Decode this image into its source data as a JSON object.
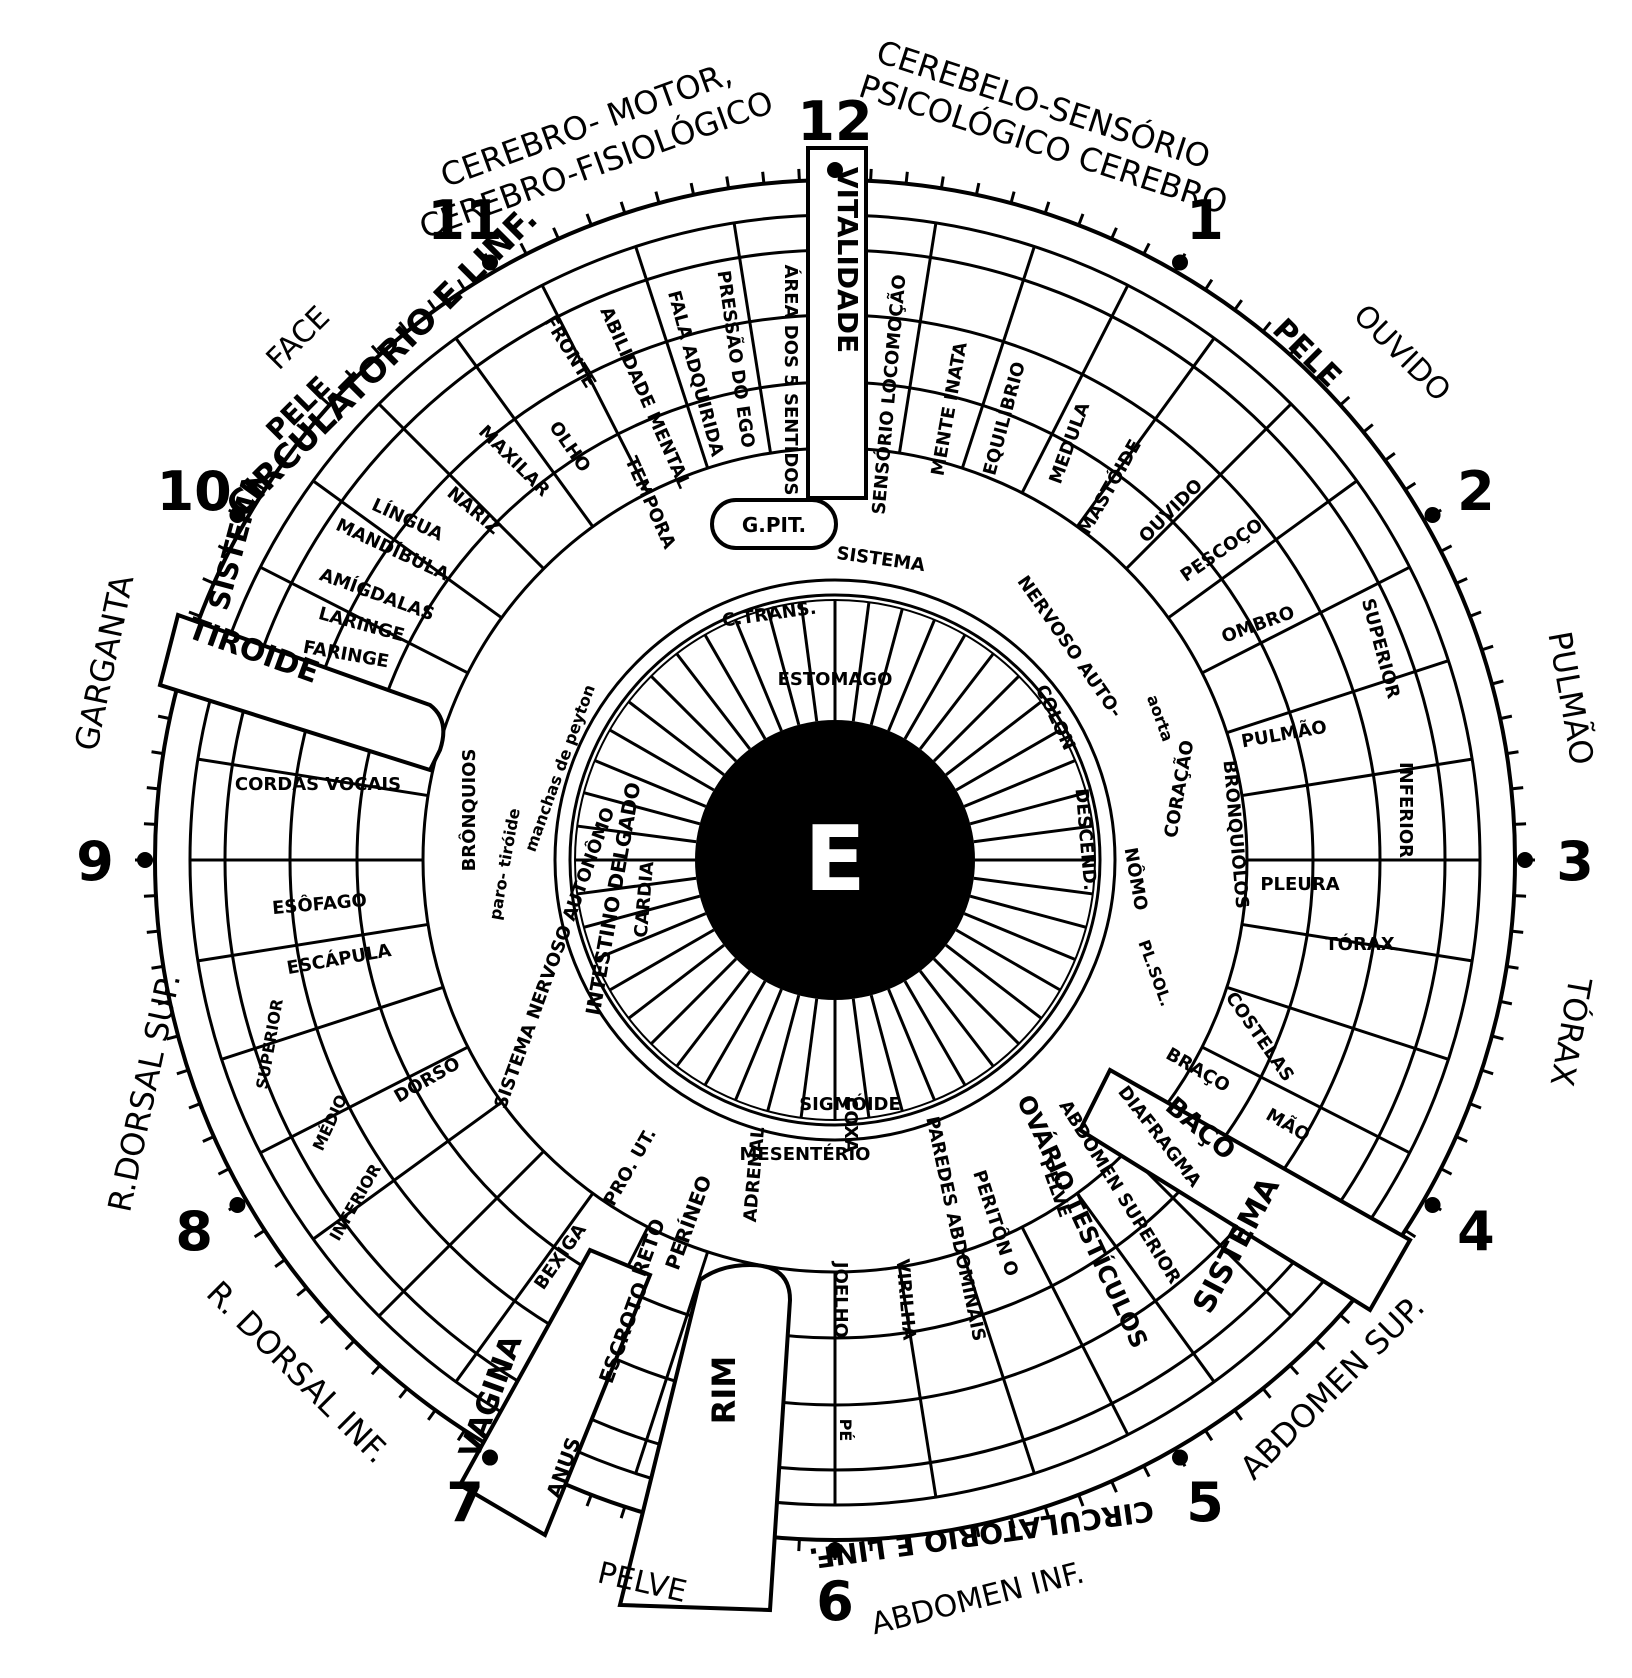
{
  "center_letter": "E",
  "clock_numbers": [
    "12",
    "1",
    "2",
    "3",
    "4",
    "5",
    "6",
    "7",
    "8",
    "9",
    "10",
    "11"
  ],
  "outer_labels": [
    {
      "text": "CEREBRO- MOTOR,",
      "id": "cerebro-motor"
    },
    {
      "text": "CEREBRO-FISIOLÓGICO",
      "id": "cerebro-fisiologico"
    },
    {
      "text": "CEREBELO-SENSÓRIO",
      "id": "cerebelo-sensorio"
    },
    {
      "text": "PSICOLÓGICO CEREBRO",
      "id": "psicologico-cerebro"
    },
    {
      "text": "OUVIDO",
      "id": "ouvido"
    },
    {
      "text": "PULMÃO",
      "id": "pulmao"
    },
    {
      "text": "TÓRAX",
      "id": "torax"
    },
    {
      "text": "ABDOMEN SUP.",
      "id": "abdomen-sup"
    },
    {
      "text": "ABDOMEN INF.",
      "id": "abdomen-inf"
    },
    {
      "text": "PELVE",
      "id": "pelve"
    },
    {
      "text": "R. DORSAL INF.",
      "id": "r-dorsal-inf"
    },
    {
      "text": "R.DORSAL SUP.",
      "id": "r-dorsal-sup"
    },
    {
      "text": "GARGANTA",
      "id": "garganta"
    },
    {
      "text": "FACE",
      "id": "face"
    }
  ],
  "ring_labels": [
    {
      "text": "SISTEMA",
      "id": "sistema-circ-left"
    },
    {
      "text": "CIRCULATORIO E LINF.",
      "id": "circulatorio-left"
    },
    {
      "text": "PELE",
      "id": "pele-left"
    },
    {
      "text": "PELE",
      "id": "pele-right"
    },
    {
      "text": "CIRCULATORIO E LINF.",
      "id": "circulatorio-bottom"
    },
    {
      "text": "SISTEMA",
      "id": "sistema-right"
    },
    {
      "text": "VITALIDADE",
      "id": "vitalidade"
    },
    {
      "text": "TIROIDE",
      "id": "tiroide"
    },
    {
      "text": "RIM",
      "id": "rim"
    },
    {
      "text": "VAGINA",
      "id": "vagina"
    },
    {
      "text": "ANUS",
      "id": "anus"
    },
    {
      "text": "ESCROTO",
      "id": "escroto"
    },
    {
      "text": "PERÍNEO",
      "id": "perineo"
    },
    {
      "text": "RETO",
      "id": "reto"
    }
  ],
  "zone_labels": [
    {
      "text": "ÁREA DOS 5 SENTIDOS",
      "id": "area-5-sentidos"
    },
    {
      "text": "PRESSÃO DO EGO",
      "id": "pressao-ego"
    },
    {
      "text": "FALA ADQUIRIDA",
      "id": "fala-adquirida"
    },
    {
      "text": "ABILIDADE MENTAL",
      "id": "abilidade-mental"
    },
    {
      "text": "TEMPORA",
      "id": "tempora"
    },
    {
      "text": "FRONTE",
      "id": "fronte"
    },
    {
      "text": "OLHO",
      "id": "olho"
    },
    {
      "text": "MAXILAR",
      "id": "maxilar"
    },
    {
      "text": "NARIZ",
      "id": "nariz"
    },
    {
      "text": "LÍNGUA",
      "id": "lingua"
    },
    {
      "text": "MANDÍBULA",
      "id": "mandibula"
    },
    {
      "text": "AMÍGDALAS",
      "id": "amigdalas"
    },
    {
      "text": "LARINGE",
      "id": "laringe"
    },
    {
      "text": "FARINGE",
      "id": "faringe"
    },
    {
      "text": "CORDAS VOCAIS",
      "id": "cordas-vocais"
    },
    {
      "text": "ESÔFAGO",
      "id": "esofago"
    },
    {
      "text": "ESCÁPULA",
      "id": "escapula"
    },
    {
      "text": "SUPERIOR",
      "id": "superior-left"
    },
    {
      "text": "MÉDIO",
      "id": "medio"
    },
    {
      "text": "INFERIOR",
      "id": "inferior-left"
    },
    {
      "text": "DORSO",
      "id": "dorso"
    },
    {
      "text": "BEXIGA",
      "id": "bexiga"
    },
    {
      "text": "PRO. UT.",
      "id": "pro-ut"
    },
    {
      "text": "ADRENAL",
      "id": "adrenal"
    },
    {
      "text": "COXA",
      "id": "coxa"
    },
    {
      "text": "JOELHO",
      "id": "joelho"
    },
    {
      "text": "PÉ",
      "id": "pe"
    },
    {
      "text": "VIRILHA",
      "id": "virilha"
    },
    {
      "text": "PAREDES ABDOMINAIS",
      "id": "paredes-abdominais"
    },
    {
      "text": "PERITÔN O",
      "id": "periton"
    },
    {
      "text": "PELVE",
      "id": "pelve-inner"
    },
    {
      "text": "OVÁRIO TESTÍCULOS",
      "id": "ovario-testiculos"
    },
    {
      "text": "ABDOMEN SUPERIOR",
      "id": "abdomen-superior"
    },
    {
      "text": "DIAFRAGMA",
      "id": "diafragma"
    },
    {
      "text": "BAÇO",
      "id": "baco"
    },
    {
      "text": "BRAÇO",
      "id": "braco"
    },
    {
      "text": "MÃO",
      "id": "mao"
    },
    {
      "text": "COSTELAS",
      "id": "costelas"
    },
    {
      "text": "TÓRAX",
      "id": "torax-inner"
    },
    {
      "text": "PLEURA",
      "id": "pleura"
    },
    {
      "text": "BRONQUIOLOS",
      "id": "bronquiolos"
    },
    {
      "text": "INFERIOR",
      "id": "inferior-right"
    },
    {
      "text": "PULMÃO",
      "id": "pulmao-inner"
    },
    {
      "text": "SUPERIOR",
      "id": "superior-right"
    },
    {
      "text": "OMBRO",
      "id": "ombro"
    },
    {
      "text": "PESCOÇO",
      "id": "pescoco"
    },
    {
      "text": "OUVIDO",
      "id": "ouvido-inner"
    },
    {
      "text": "MASTÓIDE",
      "id": "mastoide"
    },
    {
      "text": "MEDULA",
      "id": "medula"
    },
    {
      "text": "EQUILÍBRIO",
      "id": "equilibrio"
    },
    {
      "text": "MENTE INATA",
      "id": "mente-inata"
    },
    {
      "text": "SENSÓRIO LOCOMOÇÃO",
      "id": "sensorio-locomocao"
    },
    {
      "text": "G.PIT.",
      "id": "g-pit"
    },
    {
      "text": "CORAÇÃO",
      "id": "coracao"
    },
    {
      "text": "aorta",
      "id": "aorta"
    },
    {
      "text": "PL.SOL.",
      "id": "pl-sol"
    },
    {
      "text": "BRÔNQUIOS",
      "id": "bronquios"
    },
    {
      "text": "paro- tiróide",
      "id": "paratiroide"
    },
    {
      "text": "manchas de peyton",
      "id": "manchas-peyton"
    }
  ],
  "inner_labels": [
    {
      "text": "SISTEMA",
      "id": "sistema-nervoso-top"
    },
    {
      "text": "NERVOSO AUTO-",
      "id": "nervoso-auto"
    },
    {
      "text": "NÔMO",
      "id": "nomo"
    },
    {
      "text": "SISTEMA NERVOSO AUTONÔMO",
      "id": "sistema-nervoso-left"
    },
    {
      "text": "C.TRANS.",
      "id": "c-trans"
    },
    {
      "text": "COLON",
      "id": "colon"
    },
    {
      "text": "DESCEND.",
      "id": "descend"
    },
    {
      "text": "SIGMÓIDE",
      "id": "sigmoide"
    },
    {
      "text": "MESENTÉRIO",
      "id": "mesenterio"
    },
    {
      "text": "INTESTINO DELGADO",
      "id": "intestino-delgado"
    },
    {
      "text": "ESTOMAGO",
      "id": "estomago"
    },
    {
      "text": "CARDIA",
      "id": "cardia"
    }
  ]
}
